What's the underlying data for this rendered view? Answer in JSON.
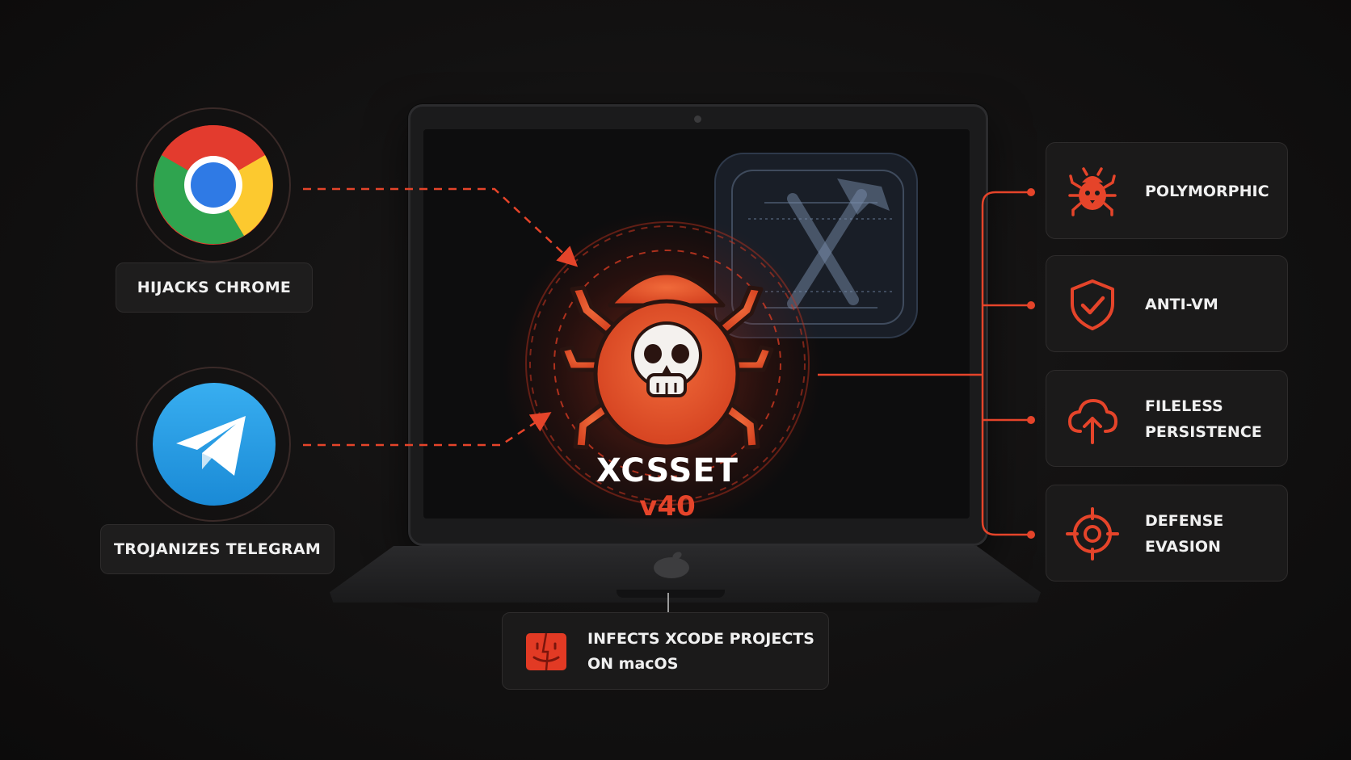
{
  "center": {
    "title": "XCSSET",
    "version": "v40"
  },
  "left_items": [
    {
      "label": "HIJACKS CHROME",
      "icon": "chrome-icon"
    },
    {
      "label": "TROJANIZES TELEGRAM",
      "icon": "telegram-icon"
    }
  ],
  "features": [
    {
      "lines": [
        "POLYMORPHIC"
      ],
      "icon": "bug-icon"
    },
    {
      "lines": [
        "ANTI-VM"
      ],
      "icon": "shield-check-icon"
    },
    {
      "lines": [
        "FILELESS",
        "PERSISTENCE"
      ],
      "icon": "cloud-upload-icon"
    },
    {
      "lines": [
        "DEFENSE",
        "EVASION"
      ],
      "icon": "crosshair-icon"
    }
  ],
  "bottom": {
    "lines": [
      "INFECTS XCODE PROJECTS",
      "ON macOS"
    ],
    "icon": "finder-icon"
  },
  "colors": {
    "accent": "#e5442a",
    "background": "#121111",
    "card": "#1b1a1a"
  }
}
